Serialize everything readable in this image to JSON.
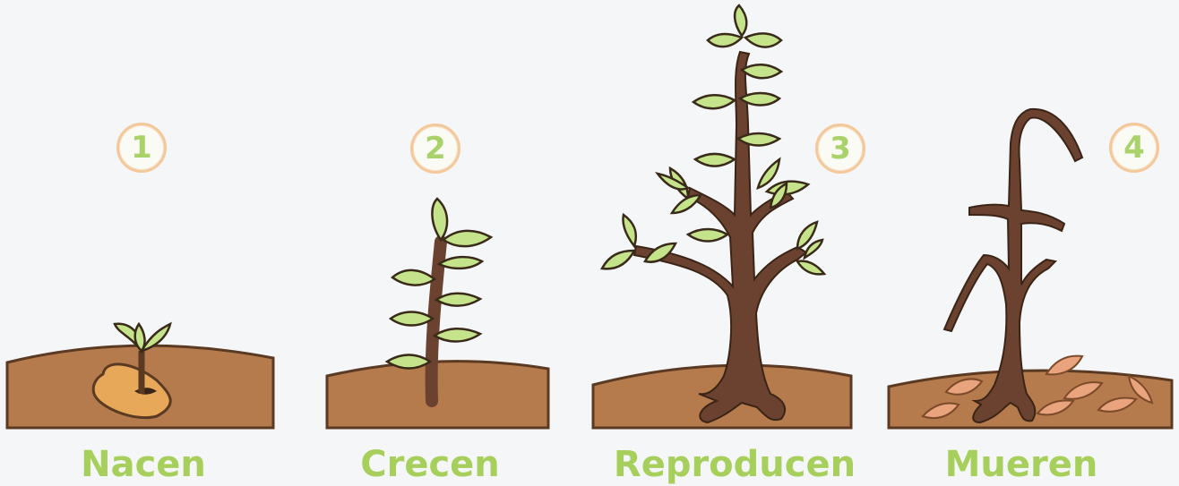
{
  "colors": {
    "soil": "#b57b4c",
    "trunk": "#6b4230",
    "leaf": "#c5e38a",
    "seed": "#e8a85a",
    "dead_leaf": "#e9a47e",
    "number": "#a9d36a",
    "number_ring": "#f3c89a",
    "label": "#a6cf5c"
  },
  "stages": [
    {
      "number": "1",
      "label": "Nacen",
      "illustration": "seed-sprout"
    },
    {
      "number": "2",
      "label": "Crecen",
      "illustration": "young-plant"
    },
    {
      "number": "3",
      "label": "Reproducen",
      "illustration": "leafy-tree"
    },
    {
      "number": "4",
      "label": "Mueren",
      "illustration": "dead-tree"
    }
  ]
}
